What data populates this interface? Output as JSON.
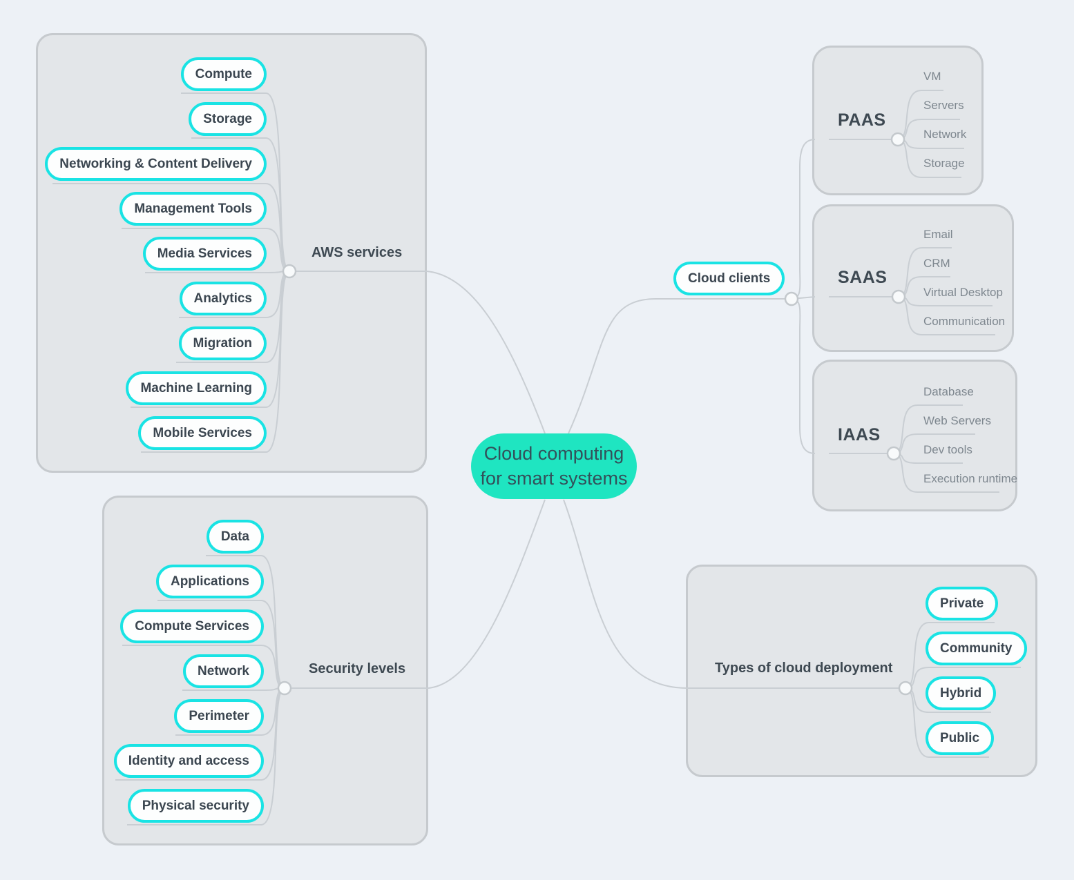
{
  "central": {
    "label": "Cloud computing for smart systems"
  },
  "groups": {
    "aws": {
      "label": "AWS services",
      "items": [
        "Compute",
        "Storage",
        "Networking & Content Delivery",
        "Management Tools",
        "Media Services",
        "Analytics",
        "Migration",
        "Machine Learning",
        "Mobile Services"
      ]
    },
    "security": {
      "label": "Security levels",
      "items": [
        "Data",
        "Applications",
        "Compute Services",
        "Network",
        "Perimeter",
        "Identity and access",
        "Physical security"
      ]
    },
    "cloud_clients": {
      "label": "Cloud clients"
    },
    "paas": {
      "label": "PAAS",
      "items": [
        "VM",
        "Servers",
        "Network",
        "Storage"
      ]
    },
    "saas": {
      "label": "SAAS",
      "items": [
        "Email",
        "CRM",
        "Virtual Desktop",
        "Communication"
      ]
    },
    "iaas": {
      "label": "IAAS",
      "items": [
        "Database",
        "Web Servers",
        "Dev tools",
        "Execution runtime"
      ]
    },
    "deployment": {
      "label": "Types of cloud deployment",
      "items": [
        "Private",
        "Community",
        "Hybrid",
        "Public"
      ]
    }
  },
  "colors": {
    "background": "#EDF1F6",
    "group_fill": "#E3E6E9",
    "group_border": "#C6CACE",
    "pill_border_cyan": "#19E3E4",
    "central_fill": "#1FE5C1",
    "text_dark": "#3B4650",
    "text_gray": "#7E878F",
    "connector": "#C9CED3"
  }
}
